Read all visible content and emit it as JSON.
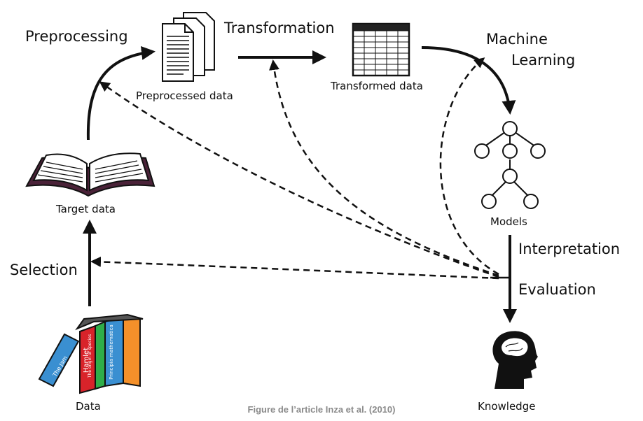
{
  "labels": {
    "preprocessing": "Preprocessing",
    "transformation": "Transformation",
    "machine_learning_1": "Machine",
    "machine_learning_2": "Learning",
    "preprocessed_data": "Preprocessed data",
    "transformed_data": "Transformed data",
    "target_data": "Target data",
    "models": "Models",
    "interpretation": "Interpretation",
    "evaluation": "Evaluation",
    "selection": "Selection",
    "data": "Data",
    "knowledge": "Knowledge"
  },
  "book_spines": [
    "The Jam",
    "Hamlet",
    "The origin of species",
    "Principia mathematica"
  ],
  "caption": "Figure de l’article Inza et al. (2010)",
  "colors": {
    "ink": "#111111",
    "book_blue": "#3a8fd1",
    "book_red": "#d8232a",
    "book_green": "#2fae49",
    "book_orange": "#f4902a",
    "caption_gray": "#8a8a8a"
  }
}
